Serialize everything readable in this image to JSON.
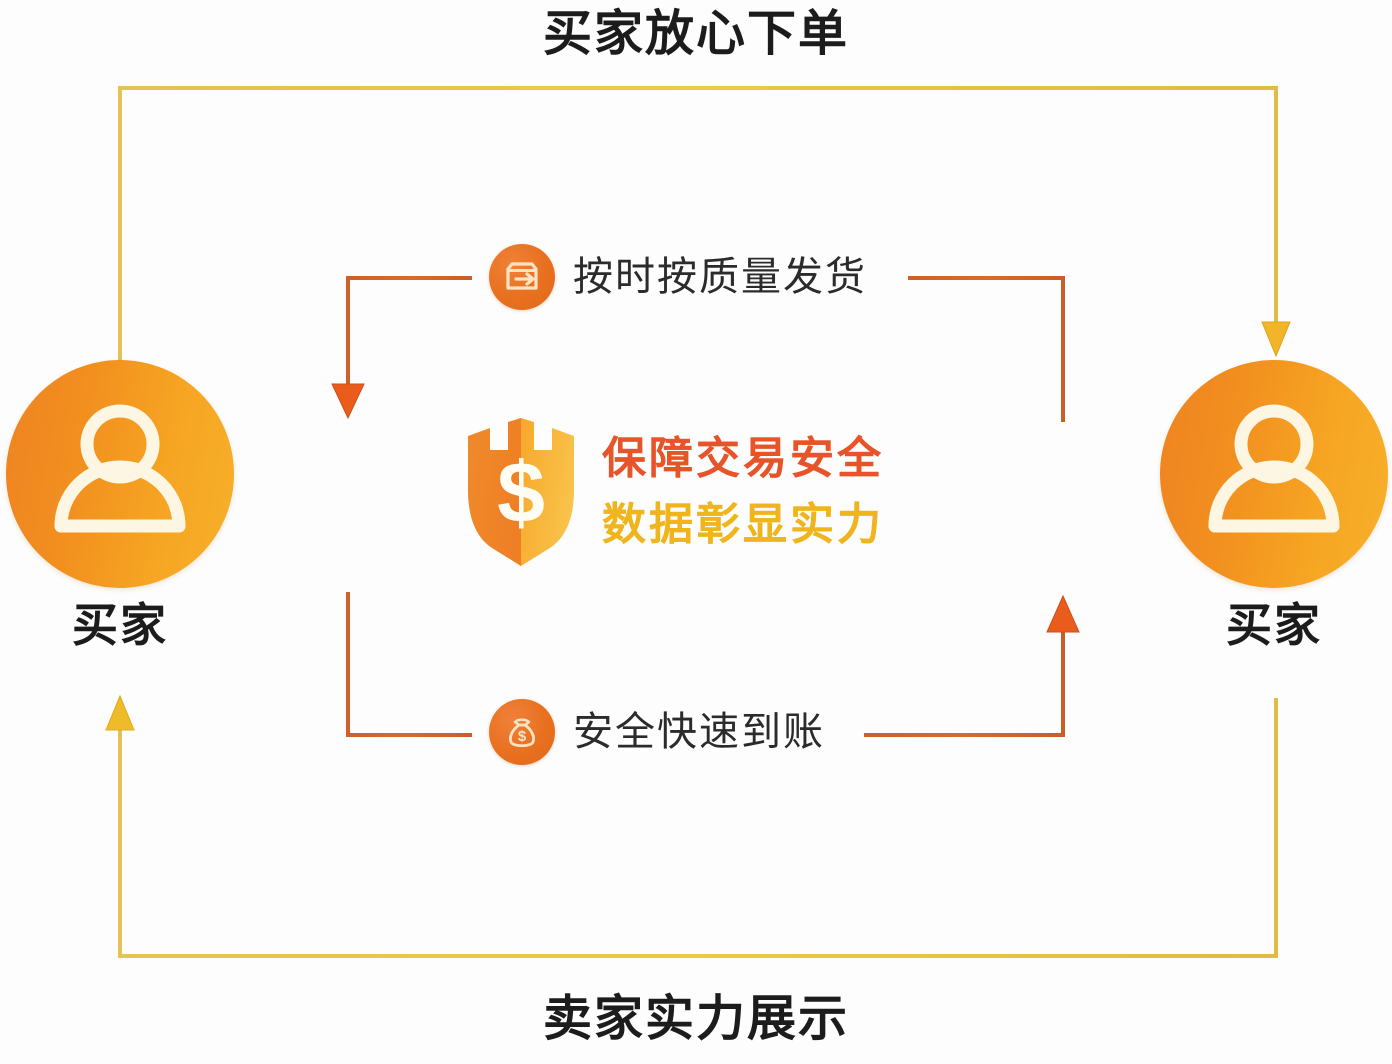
{
  "diagram": {
    "top_title": "买家放心下单",
    "bottom_title": "卖家实力展示",
    "actors": [
      {
        "id": "left",
        "label": "买家",
        "icon": "person-icon"
      },
      {
        "id": "right",
        "label": "买家",
        "icon": "person-icon"
      }
    ],
    "steps": [
      {
        "id": "ship",
        "label": "按时按质量发货",
        "icon": "package-shipping-icon"
      },
      {
        "id": "pay",
        "label": "安全快速到账",
        "icon": "money-bag-icon"
      }
    ],
    "center": {
      "icon": "shield-dollar-icon",
      "line1": "保障交易安全",
      "line2": "数据彰显实力"
    },
    "colors": {
      "outer_flow": "#e8c34a",
      "inner_flow": "#d4622a",
      "actor_orange": "#ef8322",
      "actor_amber": "#f6a623",
      "badge_orange": "#e8701f",
      "center_primary": "#e8542a",
      "center_secondary": "#f0b41c",
      "title_text": "#1c1c1c",
      "background": "#fdfdfd"
    }
  }
}
